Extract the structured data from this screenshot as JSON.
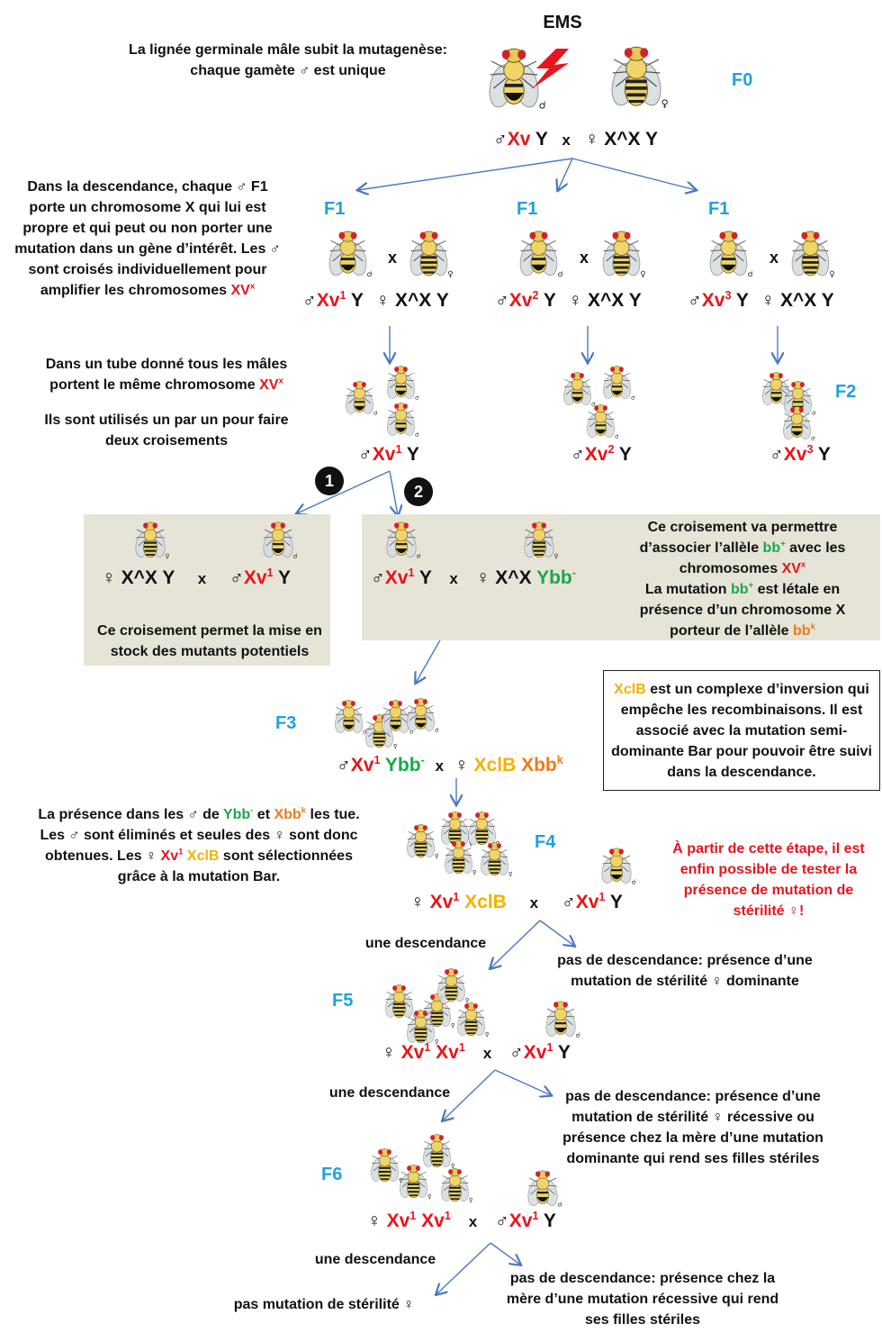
{
  "f0": {
    "title": "EMS",
    "note": "La lignée germinale mâle subit la mutagenèse: chaque gamète ♂ est unique",
    "label": "F0",
    "cross": {
      "male_sym": "♂",
      "male_x": "Xv",
      "male_y": "Y",
      "x": "x",
      "female": "♀ X^X Y"
    }
  },
  "f1": {
    "note": "Dans la descendance, chaque ♂ F1 porte un chromosome X qui lui est propre et qui peut ou non porter une mutation dans un gène d’intérêt. Les ♂ sont croisés individuellement pour amplifier les chromosomes",
    "note_red": "XV",
    "note_sup": "x",
    "label": "F1",
    "crosses": [
      {
        "male_sym": "♂",
        "male_x": "Xv",
        "sup": "1",
        "y": "Y",
        "female": "♀ X^X Y",
        "x": "x"
      },
      {
        "male_sym": "♂",
        "male_x": "Xv",
        "sup": "2",
        "y": "Y",
        "female": "♀ X^X Y",
        "x": "x"
      },
      {
        "male_sym": "♂",
        "male_x": "Xv",
        "sup": "3",
        "y": "Y",
        "female": "♀ X^X Y",
        "x": "x"
      }
    ]
  },
  "f2": {
    "note1": "Dans un tube donné tous les mâles portent le même chromosome",
    "note1_red": "XV",
    "note1_sup": "x",
    "note2": "Ils sont utilisés un par un pour faire deux croisements",
    "label": "F2",
    "males": [
      {
        "sym": "♂",
        "x": "Xv",
        "sup": "1",
        "y": "Y"
      },
      {
        "sym": "♂",
        "x": "Xv",
        "sup": "2",
        "y": "Y"
      },
      {
        "sym": "♂",
        "x": "Xv",
        "sup": "3",
        "y": "Y"
      }
    ]
  },
  "cross1": {
    "num": "1",
    "female": "♀ X^X Y",
    "x": "x",
    "male_sym": "♂",
    "male_x": "Xv",
    "sup": "1",
    "y": "Y",
    "note": "Ce croisement permet la mise en stock des mutants potentiels"
  },
  "cross2": {
    "num": "2",
    "male_sym": "♂",
    "male_x": "Xv",
    "sup": "1",
    "y": "Y",
    "x": "x",
    "female": "♀ X^X",
    "female_ybb": "Ybb",
    "female_ybb_sup": "-",
    "note_a": "Ce croisement va  permettre d’associer l’allèle",
    "note_a_green": "bb",
    "note_a_green_sup": "+",
    "note_a2": "avec les chromosomes",
    "note_a_red": "XV",
    "note_a_red_sup": "x",
    "note_b": "La mutation",
    "note_b_green": "bb",
    "note_b_green_sup": "+",
    "note_b2": "est létale en présence d’un chromosome X porteur de l’allèle",
    "note_b_orange": "bb",
    "note_b_orange_sup": "k"
  },
  "xclb_box": {
    "word": "XclB",
    "text": "est un complexe d’inversion qui empêche les recombinaisons. Il est associé avec la mutation semi-dominante Bar pour pouvoir être suivi dans la descendance."
  },
  "f3": {
    "label": "F3",
    "male_sym": "♂",
    "male_x": "Xv",
    "sup": "1",
    "ybb": "Ybb",
    "ybb_sup": "-",
    "x": "x",
    "female_sym": "♀",
    "xclb": "XclB",
    "xbb": "Xbb",
    "xbb_sup": "k"
  },
  "f4": {
    "label": "F4",
    "note_1": "La présence dans les ♂  de",
    "note_ybb": "Ybb",
    "note_ybb_sup": "-",
    "note_et": "et",
    "note_xbb": "Xbb",
    "note_xbb_sup": "k",
    "note_2": "les tue. Les ♂ sont éliminés et seules des ♀ sont donc obtenues. Les ♀",
    "note_xv": "Xv",
    "note_xv_sup": "1",
    "note_xclb": "XclB",
    "note_3": "sont sélectionnées grâce à la mutation Bar.",
    "red_note": "À partir de cette étape, il est enfin possible de tester la présence de mutation de stérilité ♀!",
    "female_sym": "♀",
    "female_x": "Xv",
    "sup": "1",
    "xclb": "XclB",
    "x": "x",
    "male_sym": "♂",
    "male_x": "Xv",
    "male_sup": "1",
    "y": "Y",
    "desc_yes": "une descendance",
    "desc_no": "pas de descendance: présence d’une mutation de stérilité ♀ dominante"
  },
  "f5": {
    "label": "F5",
    "female_sym": "♀",
    "xv": "Xv",
    "sup": "1",
    "x": "x",
    "male_sym": "♂",
    "y": "Y",
    "desc_yes": "une descendance",
    "desc_no": "pas de descendance: présence d’une mutation de stérilité ♀ récessive ou présence chez la mère d’une mutation dominante qui rend ses filles stériles"
  },
  "f6": {
    "label": "F6",
    "female_sym": "♀",
    "xv": "Xv",
    "sup": "1",
    "x": "x",
    "male_sym": "♂",
    "y": "Y",
    "desc_yes": "une descendance",
    "result_yes": "pas mutation de stérilité ♀",
    "desc_no": "pas de descendance: présence chez la mère d’une mutation récessive qui rend ses filles stériles"
  },
  "colors": {
    "label_blue": "#1fa0e0",
    "red": "#e8141c",
    "green": "#19a84a",
    "orange": "#ee7a1a",
    "yellow": "#f2b200",
    "arrow": "#4a78c0",
    "panel": "#e6e4d6"
  }
}
